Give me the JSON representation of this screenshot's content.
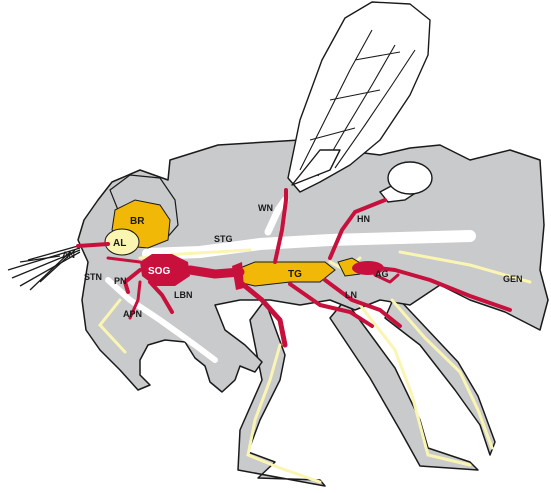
{
  "colors": {
    "body": "#c8cacc",
    "outline": "#1a1a1a",
    "nerve": "#c8103c",
    "ganglion_fill": "#f2b807",
    "white_tract": "#ffffff",
    "pale_nerve": "#fbf5b2",
    "wing": "#ffffff"
  },
  "labels": {
    "br": "BR",
    "al": "AL",
    "an": "AN",
    "stn": "STN",
    "pn": "PN",
    "sog": "SOG",
    "lbn": "LBN",
    "apn": "APN",
    "stg": "STG",
    "wn": "WN",
    "hn": "HN",
    "tg": "TG",
    "ag": "AG",
    "ln": "LN",
    "gen": "GEN"
  }
}
